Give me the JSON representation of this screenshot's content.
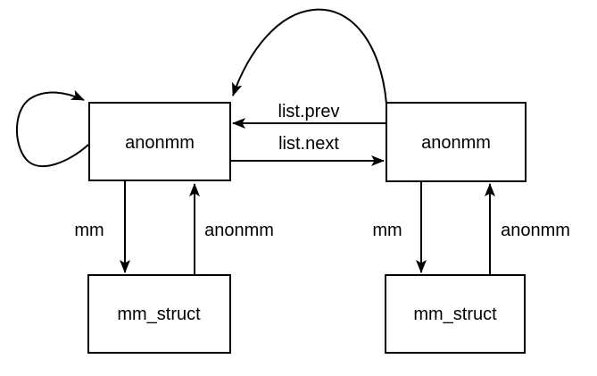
{
  "diagram": {
    "type": "flowchart",
    "background_color": "#ffffff",
    "line_color": "#000000",
    "text_color": "#000000",
    "nodes": [
      {
        "id": "anonmm-left",
        "label": "anonmm"
      },
      {
        "id": "anonmm-right",
        "label": "anonmm"
      },
      {
        "id": "mm-struct-left",
        "label": "mm_struct"
      },
      {
        "id": "mm-struct-right",
        "label": "mm_struct"
      }
    ],
    "edges": [
      {
        "id": "self-loop-left",
        "from": "anonmm-left",
        "to": "anonmm-left",
        "label": ""
      },
      {
        "id": "top-arc",
        "from": "anonmm-right",
        "to": "anonmm-left",
        "label": ""
      },
      {
        "id": "list-prev",
        "from": "anonmm-right",
        "to": "anonmm-left",
        "label": "list.prev"
      },
      {
        "id": "list-next",
        "from": "anonmm-left",
        "to": "anonmm-right",
        "label": "list.next"
      },
      {
        "id": "mm-left",
        "from": "anonmm-left",
        "to": "mm-struct-left",
        "label": "mm"
      },
      {
        "id": "anonmm-up-left",
        "from": "mm-struct-left",
        "to": "anonmm-left",
        "label": "anonmm"
      },
      {
        "id": "mm-right",
        "from": "anonmm-right",
        "to": "mm-struct-right",
        "label": "mm"
      },
      {
        "id": "anonmm-up-right",
        "from": "mm-struct-right",
        "to": "anonmm-right",
        "label": "anonmm"
      }
    ]
  }
}
